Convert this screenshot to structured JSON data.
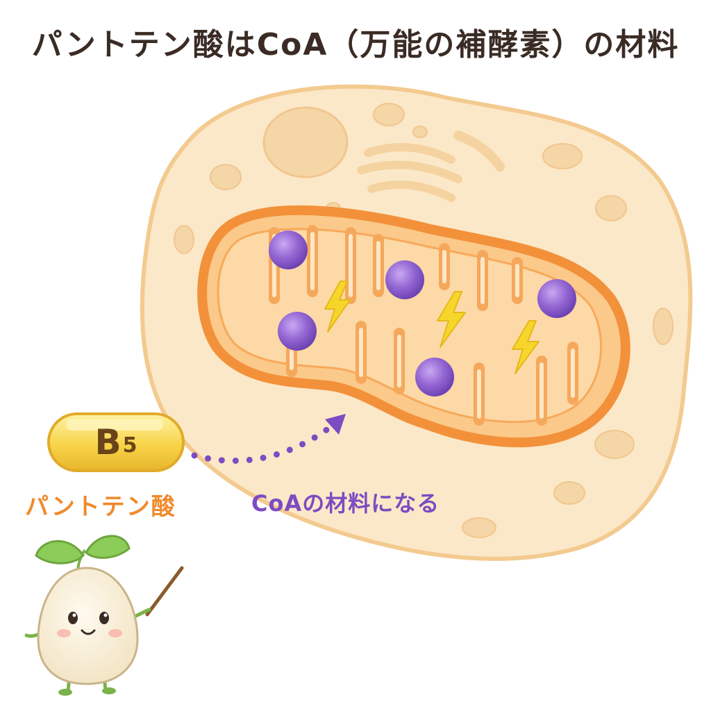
{
  "title": "パントテン酸はCoA（万能の補酵素）の材料",
  "vitamin": {
    "badge_main": "B",
    "badge_sub": "5",
    "name": "パントテン酸"
  },
  "arrow_caption": "CoAの材料になる",
  "colors": {
    "title": "#3a2c25",
    "cytoplasm": "#fbe8c8",
    "cell_border": "#f3ca8f",
    "organelle": "#f5d6a6",
    "mito_membrane": "#f2913a",
    "mito_inner": "#fbc98a",
    "particle": "#9467d3",
    "energy": "#f6d62a",
    "pill": "#f7d449",
    "vitamin_name": "#ef8a2c",
    "arrow": "#7b4cc2"
  },
  "icons": [
    "lightning-icon",
    "sprout-mascot",
    "pointer-stick"
  ]
}
